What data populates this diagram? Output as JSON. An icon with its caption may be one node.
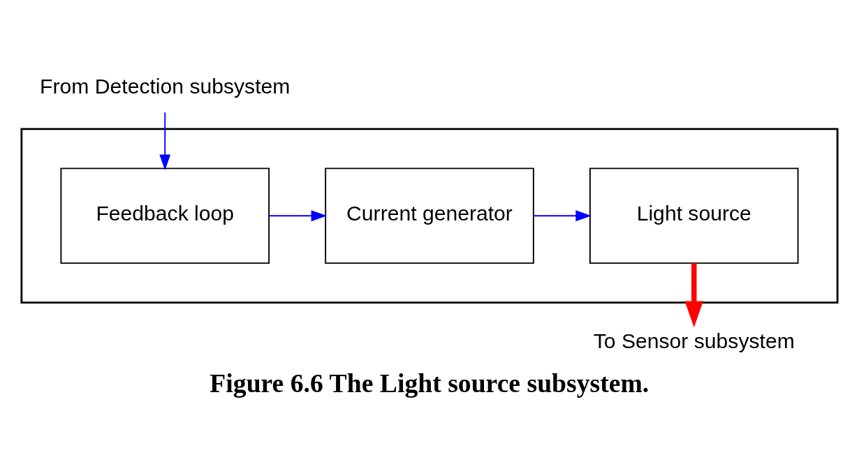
{
  "diagram": {
    "caption": "Figure 6.6 The Light source subsystem.",
    "nodes": [
      {
        "text": [
          "From Detection subsystem"
        ]
      },
      {
        "text": [],
        "shape": "box"
      },
      {
        "text": [
          "Feedback loop"
        ],
        "in": 1
      },
      {
        "text": [
          "Current generator"
        ],
        "in": 1
      },
      {
        "text": [
          "Light source"
        ],
        "in": 1
      },
      {
        "text": [
          "To Sensor subsystem"
        ]
      }
    ],
    "edges": [
      {
        "from": 0,
        "to": 2,
        "arrow": "to",
        "color": "#0000ff"
      },
      {
        "from": 2,
        "to": 3,
        "arrow": "to",
        "color": "#0000ff"
      },
      {
        "from": 3,
        "to": 4,
        "arrow": "to",
        "color": "#0000ff"
      },
      {
        "from": 4,
        "to": 5,
        "arrow": "to",
        "style": "thick",
        "color": "#ff0000"
      }
    ]
  }
}
